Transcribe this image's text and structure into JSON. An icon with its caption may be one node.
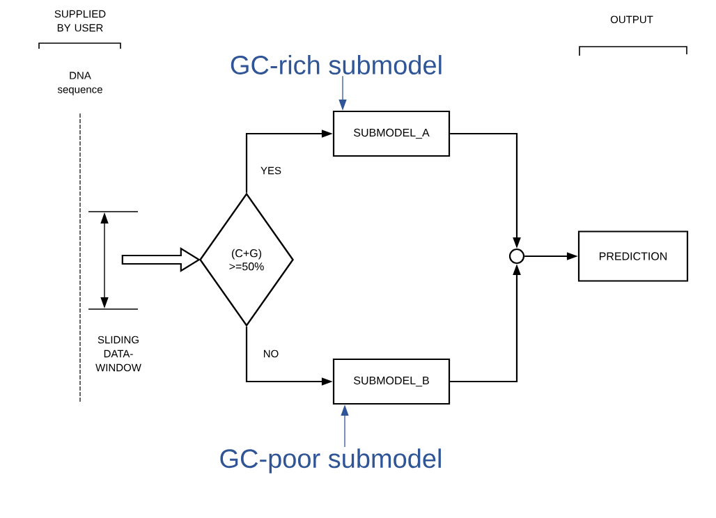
{
  "diagram": {
    "nodes": [
      {
        "text": [
          "(C+G) >=50%"
        ]
      },
      {
        "text": [
          "SUBMODEL_A"
        ]
      },
      {
        "text": [
          "SUBMODEL_B"
        ]
      },
      {
        "text": [],
        "shape": "circle"
      },
      {
        "text": [
          "PREDICTION"
        ]
      },
      {
        "text": [
          "GC-rich submodel"
        ]
      },
      {
        "text": [
          "GC-poor submodel"
        ]
      }
    ],
    "edges": [
      {
        "from": 0,
        "to": 1,
        "arrow": "to",
        "label": "YES"
      },
      {
        "from": 0,
        "to": 2,
        "arrow": "to",
        "label": "NO"
      },
      {
        "from": 1,
        "to": 3,
        "arrow": "to"
      },
      {
        "from": 2,
        "to": 3,
        "arrow": "to"
      },
      {
        "from": 3,
        "to": 4,
        "arrow": "to"
      },
      {
        "from": 5,
        "to": 1,
        "arrow": "to",
        "color": "#2f5597"
      },
      {
        "from": 6,
        "to": 2,
        "arrow": "to",
        "color": "#2f5597"
      },
      {
        "from": null,
        "to": 0,
        "arrow": "to",
        "style": "thick"
      }
    ],
    "labels": [
      "SUPPLIED BY USER",
      "DNA sequence",
      "SLIDING DATA-WINDOW",
      "OUTPUT"
    ]
  }
}
